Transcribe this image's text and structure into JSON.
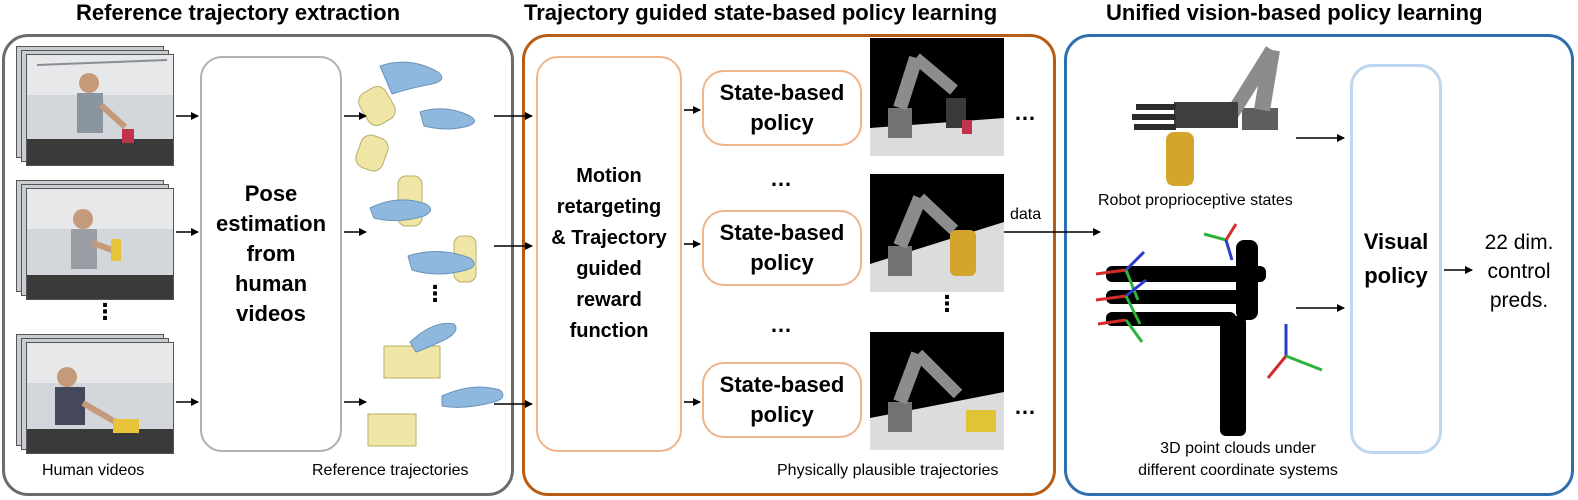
{
  "sections": {
    "extraction_title": "Reference trajectory extraction",
    "state_title": "Trajectory guided state-based policy learning",
    "vision_title": "Unified vision-based policy learning"
  },
  "extraction": {
    "pose_box_label": "Pose estimation from human videos",
    "human_videos_caption": "Human videos",
    "reference_trajectories_caption": "Reference trajectories"
  },
  "state_learning": {
    "motion_box_label": "Motion retargeting & Trajectory guided reward function",
    "policy_label": "State-based policy",
    "plausible_caption": "Physically plausible trajectories",
    "data_label": "data"
  },
  "vision_learning": {
    "proprio_caption": "Robot proprioceptive states",
    "pointcloud_caption": "3D point clouds under different coordinate systems",
    "visual_policy_label": "Visual policy",
    "output_label": "22 dim. control preds."
  },
  "colors": {
    "extraction_border": "#6b6b6b",
    "state_border": "#b85c14",
    "vision_border": "#2e6fad",
    "policy_box_border": "#f0b48a",
    "visual_policy_border": "#bdd7ee",
    "hand_color": "#8fb8de",
    "object_color": "#efe6a6"
  },
  "icons": {
    "ellipsis": "…",
    "vertical_ellipsis": "⋮"
  }
}
